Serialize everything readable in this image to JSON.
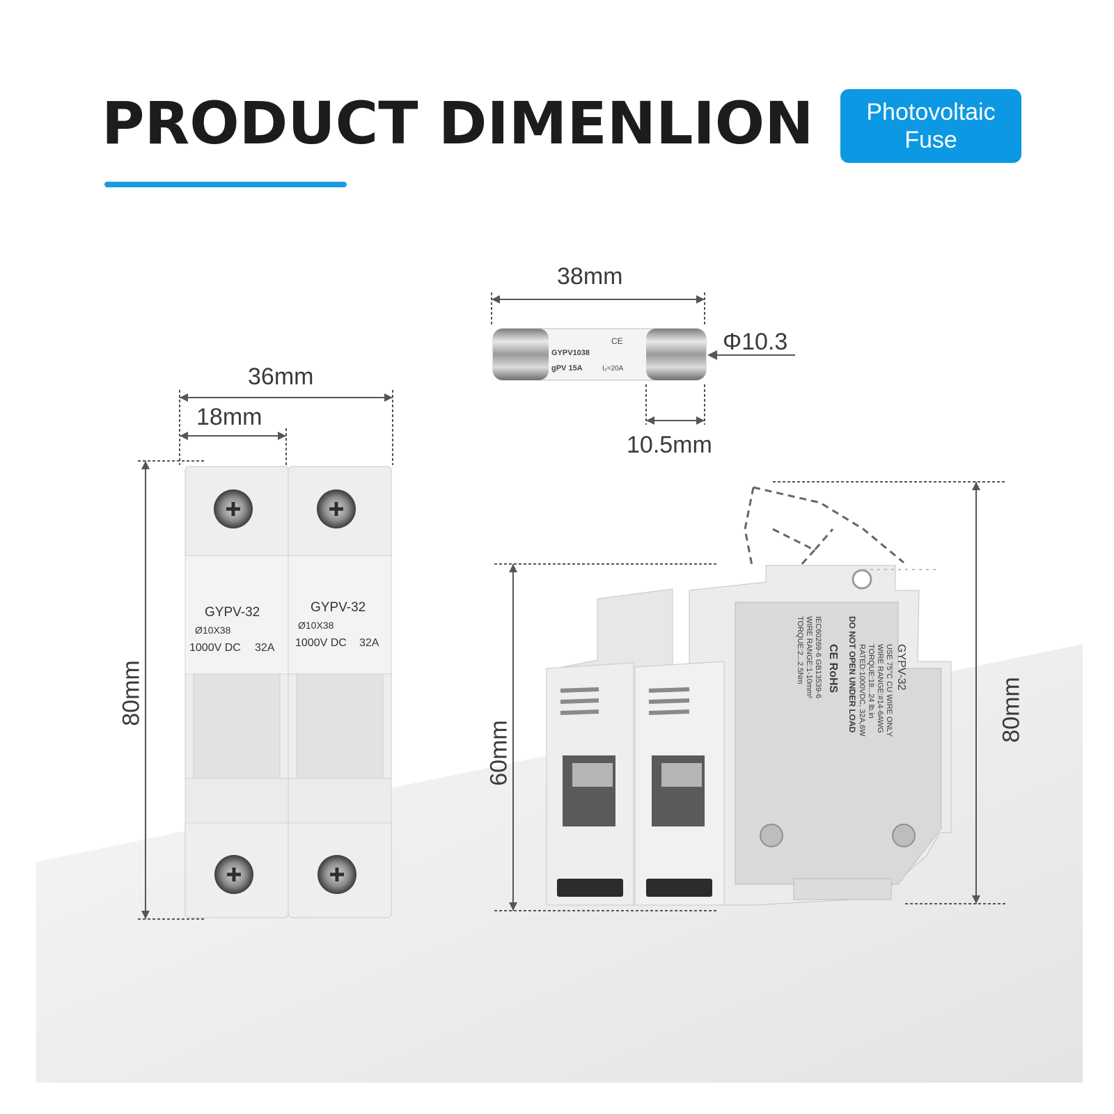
{
  "header": {
    "title": "PRODUCT DIMENLION",
    "badge_line1": "Photovoltaic",
    "badge_line2": "Fuse"
  },
  "colors": {
    "accent": "#0d98e3",
    "title": "#1c1c1c",
    "body": "#ededed",
    "dimension_line": "#555555"
  },
  "fuse": {
    "length_label": "38mm",
    "diameter_label": "Φ10.3",
    "cap_label": "10.5mm",
    "print_line1": "GYPV1038",
    "print_line2": "gPV  15A",
    "print_line3": "I₂=20A",
    "mark": "CE"
  },
  "front_view": {
    "width_label": "36mm",
    "pole_width_label": "18mm",
    "height_label": "80mm",
    "poles": [
      {
        "model": "GYPV-32",
        "size": "Ø10X38",
        "rating_v": "1000V DC",
        "rating_a": "32A"
      },
      {
        "model": "GYPV-32",
        "size": "Ø10X38",
        "rating_v": "1000V DC",
        "rating_a": "32A"
      }
    ]
  },
  "side_view": {
    "body_height_label": "60mm",
    "total_height_label": "80mm",
    "model": "GYPV-32",
    "label_lines": [
      "USE 75°C CU WIRE ONLY",
      "WIRE RANGE:#14-6AWG",
      "TORQUE:18...24 lb.in",
      "RATED:1000VDC, 32A,6W",
      "DO NOT OPEN UNDER LOAD",
      "IEC60269-6 GB13539-6",
      "WIRE RANGE:1-10mm²",
      "TORQUE:2...2.5Nm"
    ],
    "marks": "CE   RoHS"
  }
}
